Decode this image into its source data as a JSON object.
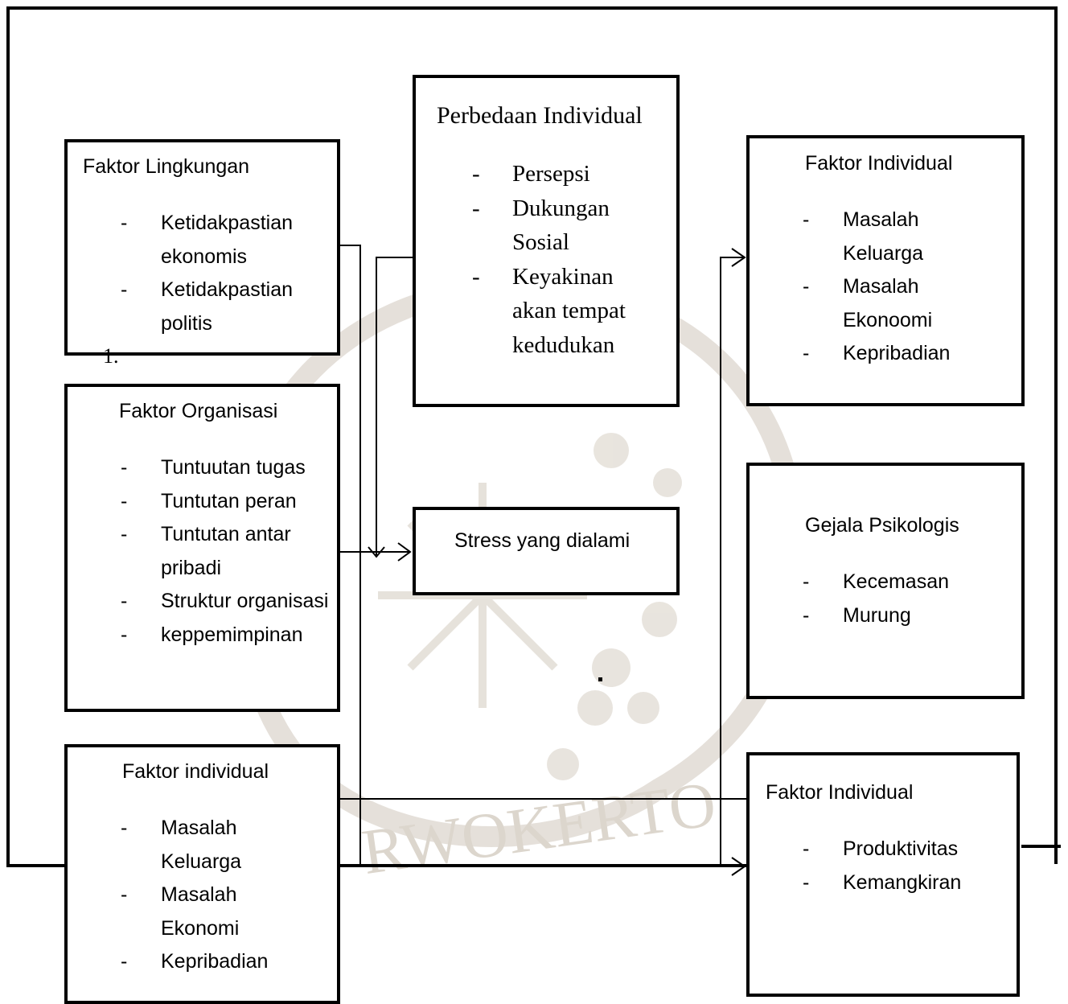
{
  "boxes": {
    "lingkungan": {
      "title": "Faktor Lingkungan",
      "items": [
        "Ketidakpastian ekonomis",
        "Ketidakpastian politis"
      ]
    },
    "organisasi": {
      "title": "Faktor Organisasi",
      "items": [
        "Tuntuutan tugas",
        "Tuntutan peran",
        "Tuntutan antar pribadi",
        "Struktur organisasi",
        "keppemimpinan"
      ]
    },
    "individual_left": {
      "title": "Faktor individual",
      "items": [
        "Masalah Keluarga",
        "Masalah Ekonomi",
        "Kepribadian"
      ]
    },
    "perbedaan": {
      "title": "Perbedaan Individual",
      "items": [
        "Persepsi",
        "Dukungan Sosial",
        "Keyakinan akan tempat kedudukan"
      ]
    },
    "stress": {
      "title": "Stress yang dialami"
    },
    "individual_right_top": {
      "title": "Faktor Individual",
      "items": [
        "Masalah Keluarga",
        "Masalah Ekonoomi",
        "Kepribadian"
      ]
    },
    "gejala": {
      "title": "Gejala Psikologis",
      "items": [
        "Kecemasan",
        "Murung"
      ]
    },
    "individual_right_bottom": {
      "title": "Faktor Individual",
      "items": [
        "Produktivitas",
        "Kemangkiran"
      ]
    }
  },
  "bullet": "-",
  "stray_mark": "1.",
  "watermark_text": "RWOKERTO",
  "colors": {
    "line": "#000000",
    "watermark": "#d9d4cc"
  }
}
